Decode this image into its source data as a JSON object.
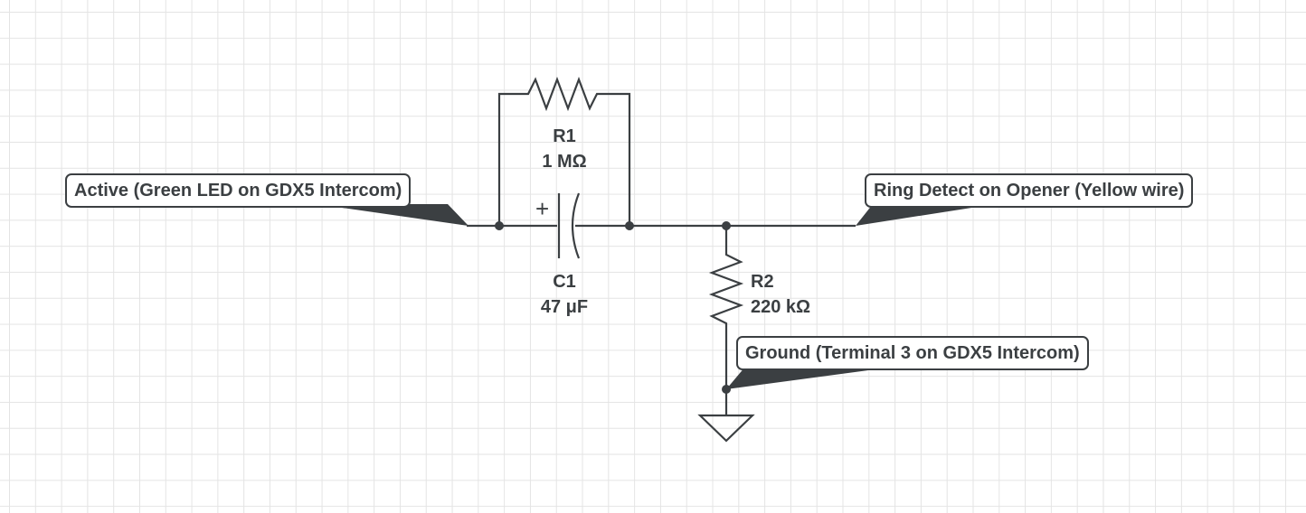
{
  "components": {
    "r1": {
      "ref": "R1",
      "value": "1 MΩ"
    },
    "c1": {
      "ref": "C1",
      "value": "47 μF",
      "polarity": "+"
    },
    "r2": {
      "ref": "R2",
      "value": "220 kΩ"
    }
  },
  "net_labels": {
    "active": "Active (Green LED on GDX5 Intercom)",
    "ring_detect": "Ring Detect on Opener (Yellow wire)",
    "ground": "Ground (Terminal 3 on GDX5 Intercom)"
  },
  "colors": {
    "ink": "#3b3f42",
    "grid": "#e4e4e4",
    "background": "#ffffff"
  }
}
